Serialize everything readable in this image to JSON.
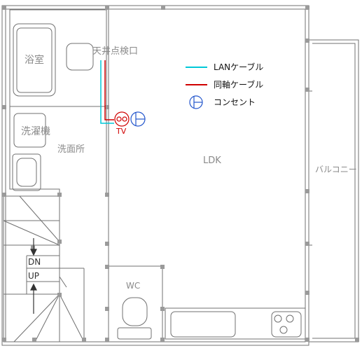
{
  "rooms": {
    "bathroom": "浴室",
    "washer": "洗濯機",
    "washroom": "洗面所",
    "ldk": "LDK",
    "balcony": "バルコニー",
    "wc": "WC",
    "ceiling_hatch": "天井点検口"
  },
  "stairs": {
    "down": "DN",
    "up": "UP"
  },
  "legend": {
    "lan": {
      "label": "LANケーブル",
      "color": "#00c8d8"
    },
    "coax": {
      "label": "同軸ケーブル",
      "color": "#d00000"
    },
    "outlet": {
      "label": "コンセント",
      "color": "#2255cc"
    }
  },
  "tv_label": "TV"
}
